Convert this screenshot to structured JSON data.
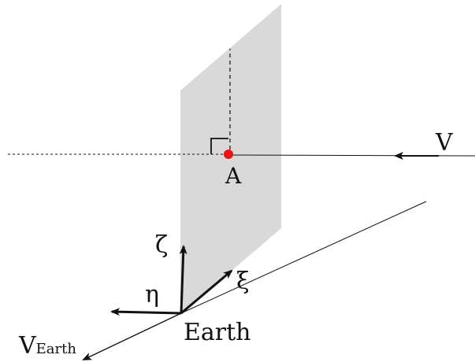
{
  "labels": {
    "velocity": "V",
    "point": "A",
    "zeta": "ζ",
    "eta": "η",
    "xi": "ξ",
    "earth": "Earth",
    "v_earth_main": "V",
    "v_earth_sub": "Earth"
  },
  "colors": {
    "plane_fill": "#d9d9d9",
    "point_fill": "#ee1111",
    "stroke": "#111111"
  }
}
